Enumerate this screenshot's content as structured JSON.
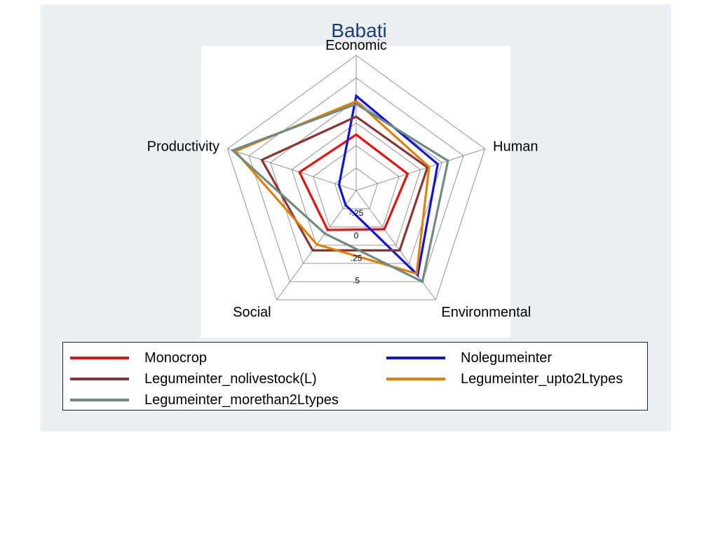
{
  "chart_data": {
    "type": "radar",
    "title": "Babati",
    "axes": [
      "Economic",
      "Human",
      "Environmental",
      "Social",
      "Productivity"
    ],
    "rlim": [
      -0.5,
      1
    ],
    "ticks": [
      {
        "value": -0.25,
        "label": "-.25"
      },
      {
        "value": 0,
        "label": "0"
      },
      {
        "value": 0.25,
        "label": ".25"
      },
      {
        "value": 0.5,
        "label": ".5"
      }
    ],
    "rings": [
      -0.25,
      0,
      0.25,
      0.5,
      0.75,
      1
    ],
    "series": [
      {
        "name": "Monocrop",
        "color": "#e41010",
        "values": [
          0.12,
          0.1,
          0.03,
          0.04,
          0.16
        ]
      },
      {
        "name": "Nolegumeinter",
        "color": "#1010e0",
        "values": [
          0.55,
          0.45,
          0.66,
          -0.3,
          -0.3
        ]
      },
      {
        "name": "Legumeinter_nolivestock(L)",
        "color": "#8a3535",
        "values": [
          0.32,
          0.33,
          0.32,
          0.32,
          0.6
        ]
      },
      {
        "name": "Legumeinter_upto2Ltypes",
        "color": "#dd8100",
        "values": [
          0.49,
          0.35,
          0.64,
          0.24,
          0.91
        ]
      },
      {
        "name": "Legumeinter_morethan2Ltypes",
        "color": "#6f8a80",
        "values": [
          0.46,
          0.57,
          0.75,
          0.09,
          0.94
        ]
      }
    ],
    "legend": {
      "position": "bottom",
      "columns": 2
    }
  }
}
